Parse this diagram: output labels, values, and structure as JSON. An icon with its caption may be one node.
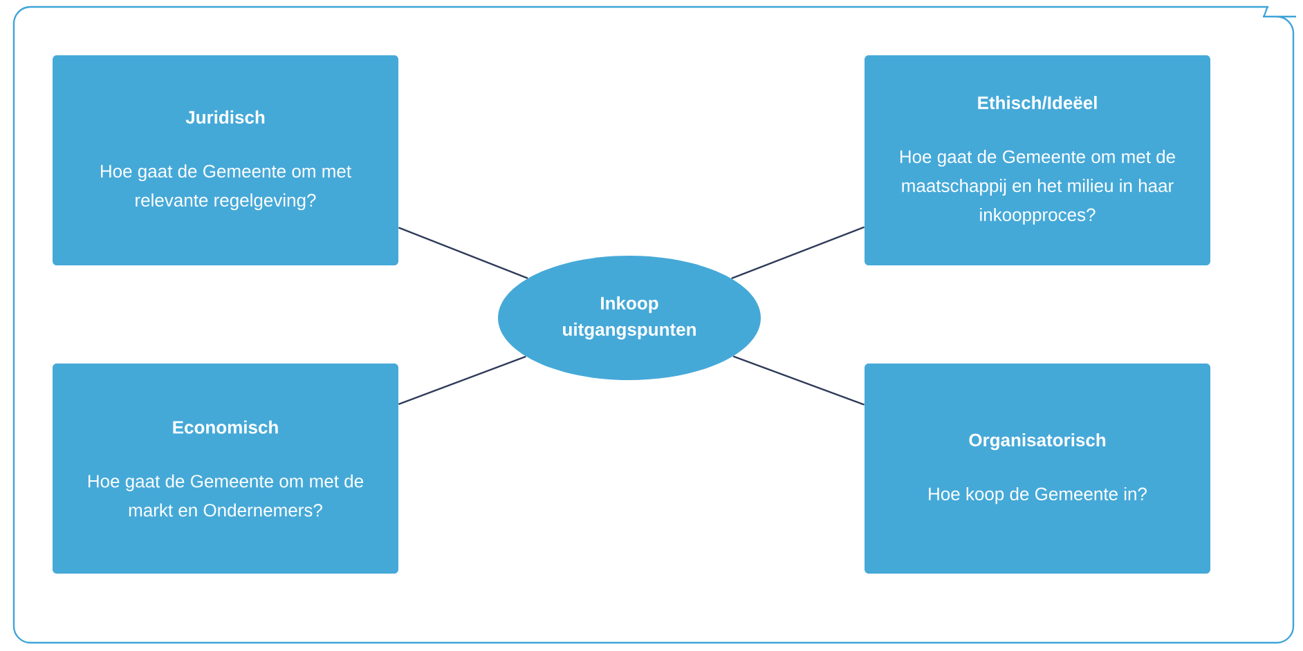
{
  "diagram": {
    "nodes": [
      {
        "text": [
          "Juridisch",
          "Hoe gaat de Gemeente om met relevante regelgeving?"
        ]
      },
      {
        "text": [
          "Ethisch/Ideëel",
          "Hoe gaat de Gemeente om met de maatschappij en het milieu in haar inkoopproces?"
        ]
      },
      {
        "text": [
          "Inkoop uitgangspunten"
        ]
      },
      {
        "text": [
          "Economisch",
          "Hoe gaat de Gemeente om met de markt en Ondernemers?"
        ]
      },
      {
        "text": [
          "Organisatorisch",
          "Hoe koop de Gemeente in?"
        ]
      }
    ],
    "edges": [
      {
        "from": 0,
        "to": 2,
        "arrow": "none"
      },
      {
        "from": 1,
        "to": 2,
        "arrow": "none"
      },
      {
        "from": 3,
        "to": 2,
        "arrow": "none"
      },
      {
        "from": 4,
        "to": 2,
        "arrow": "none"
      }
    ]
  }
}
